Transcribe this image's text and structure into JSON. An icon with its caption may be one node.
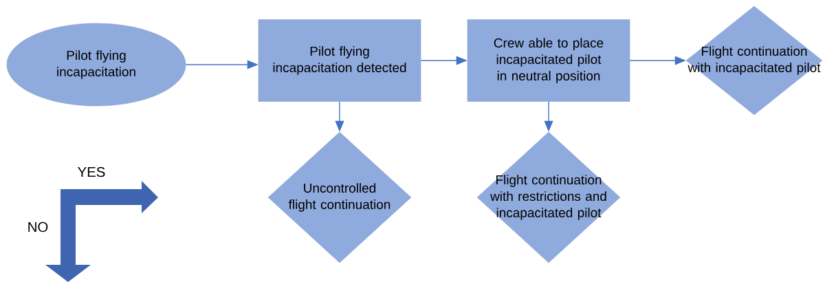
{
  "diagram": {
    "nodes": [
      {
        "text": [
          "Pilot flying incapacitation"
        ]
      },
      {
        "text": [
          "Pilot flying incapacitation detected"
        ]
      },
      {
        "text": [
          "Crew able to place incapacitated pilot in neutral position"
        ]
      },
      {
        "text": [
          "Flight continuation with incapacitated pilot"
        ]
      },
      {
        "text": [
          "Uncontrolled flight continuation"
        ]
      },
      {
        "text": [
          "Flight continuation with restrictions and incapacitated pilot"
        ]
      }
    ],
    "edges": [
      {
        "from": 0,
        "to": 1,
        "arrow": "to"
      },
      {
        "from": 1,
        "to": 2,
        "arrow": "to"
      },
      {
        "from": 2,
        "to": 3,
        "arrow": "to"
      },
      {
        "from": 1,
        "to": 4,
        "arrow": "to"
      },
      {
        "from": 2,
        "to": 5,
        "arrow": "to"
      }
    ],
    "legend": [
      {
        "text": "YES"
      },
      {
        "text": "NO"
      }
    ]
  }
}
